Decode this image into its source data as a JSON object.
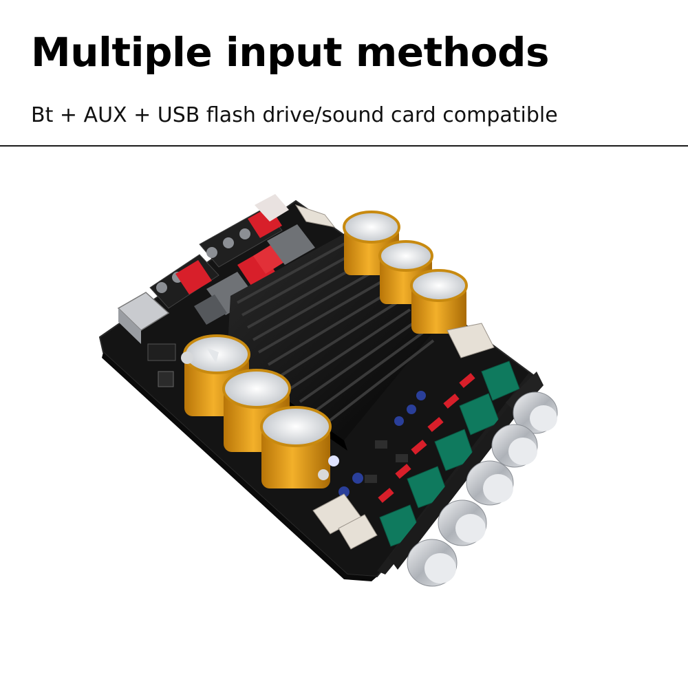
{
  "heading": {
    "title": "Multiple input methods",
    "subtitle": "Bt + AUX + USB flash drive/sound card compatible"
  },
  "product_image": {
    "alt": "Amplifier board",
    "colors": {
      "pcb": "#161616",
      "heatsink": "#0c0c0c",
      "capacitor": "#e9a11a",
      "potentiometer": "#0f7a5e",
      "relay": "#d81f2a",
      "knob": "#c9ccd0"
    }
  }
}
